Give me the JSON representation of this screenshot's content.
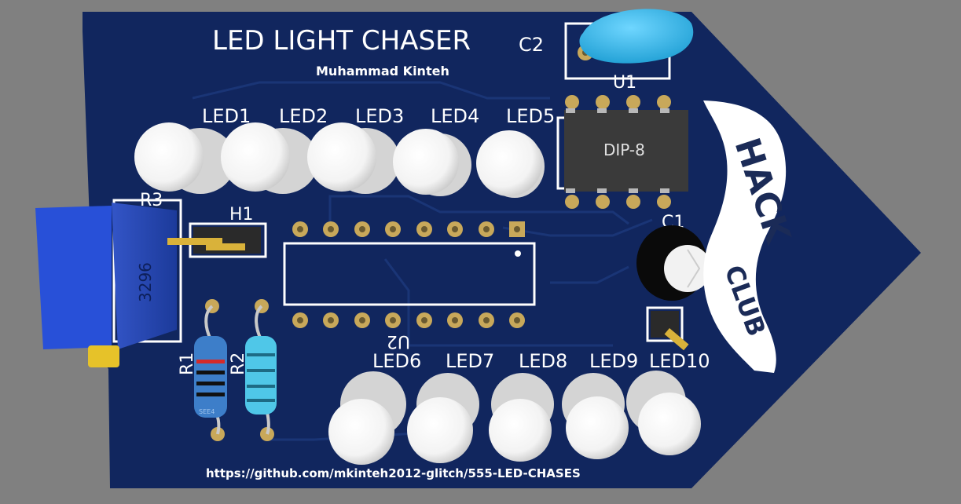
{
  "board": {
    "title": "LED LIGHT CHASER",
    "author": "Muhammad Kinteh",
    "url": "https://github.com/mkinteh2012-glitch/555-LED-CHASES",
    "colors": {
      "background": "#808080",
      "pcb": "#11265e",
      "silkscreen": "#ffffff",
      "pad": "#c8a85a",
      "capacitor_c2": "#3ab6e6",
      "trimmer": "#2444b0",
      "resistor_r2": "#4fc7e8",
      "resistor_r1": "#3d7ec9"
    }
  },
  "components": {
    "leds_top": [
      "LED1",
      "LED2",
      "LED3",
      "LED4",
      "LED5"
    ],
    "leds_bottom": [
      "LED6",
      "LED7",
      "LED8",
      "LED9",
      "LED10"
    ],
    "c2": "C2",
    "u1": "U1",
    "u1_package": "DIP-8",
    "u2": "U2",
    "c1": "C1",
    "h1": "H1",
    "r3": "R3",
    "r3_marking": "3296",
    "r1": "R1",
    "r2": "R2",
    "r1_marking": "SEE4"
  },
  "banner": {
    "line1": "HACK",
    "line2": "CLUB"
  }
}
